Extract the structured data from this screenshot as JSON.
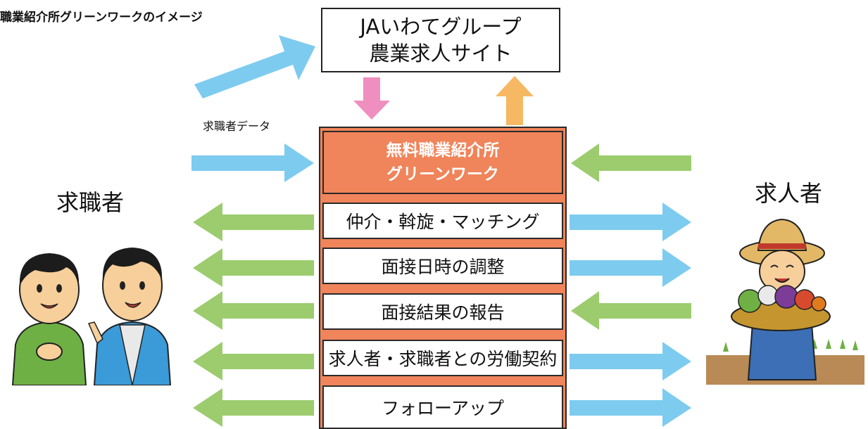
{
  "heading": "職業紹介所グリーンワークのイメージ",
  "site": {
    "line1": "JAいわてグループ",
    "line2": "農業求人サイト"
  },
  "center": {
    "title_line1": "無料職業紹介所",
    "title_line2": "グリーンワーク",
    "tasks": [
      "仲介・斡旋・マッチング",
      "面接日時の調整",
      "面接結果の報告",
      "求人者・求職者との労働契約",
      "フォローアップ"
    ]
  },
  "left_label": "求職者",
  "right_label": "求人者",
  "data_label": "求職者データ",
  "colors": {
    "orange": "#f0845a",
    "arrow_blue": "#7ecbf0",
    "arrow_green": "#9ccc6e",
    "arrow_pink": "#ee8fbf",
    "arrow_gold": "#f6b862"
  },
  "illustrations": {
    "left": "two-job-seekers-talking",
    "right": "farmer-holding-vegetable-basket"
  }
}
